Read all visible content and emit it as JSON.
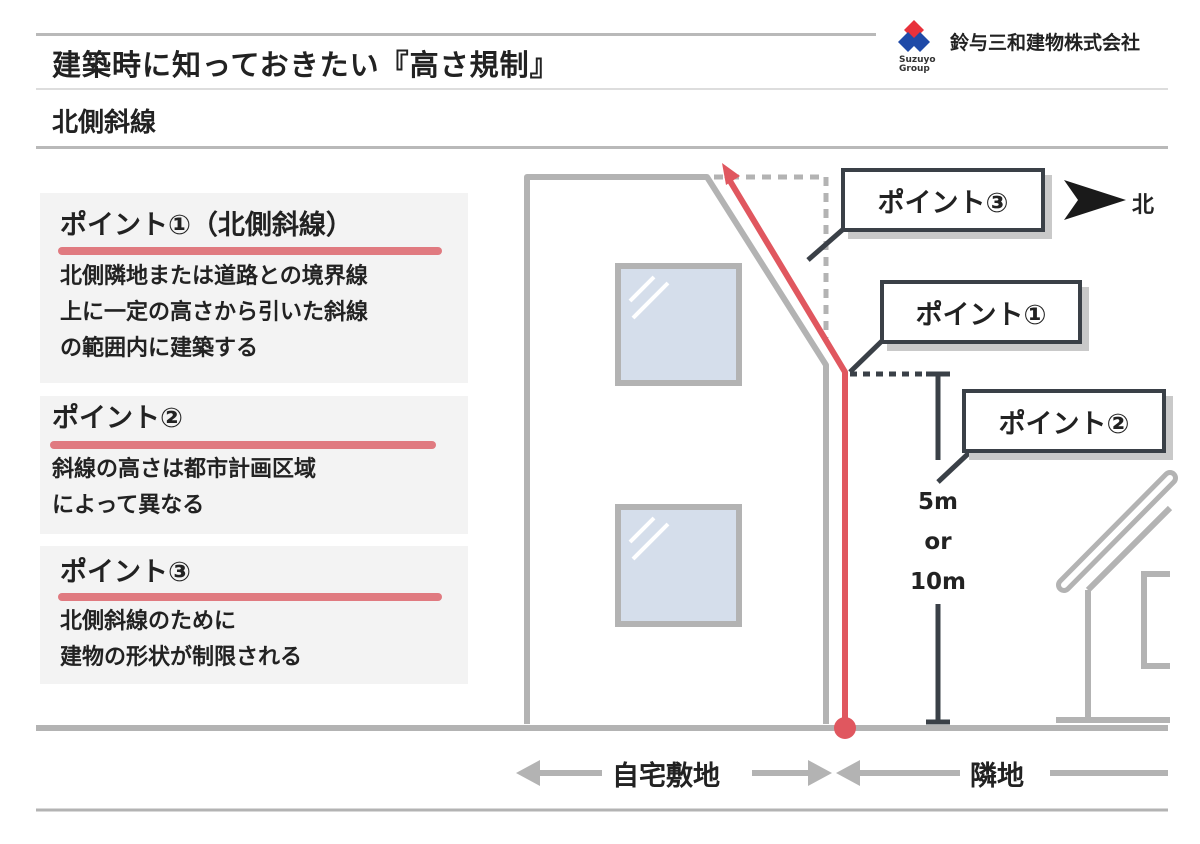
{
  "header": {
    "title": "建築時に知っておきたい『高さ規制』",
    "subtitle": "北側斜線"
  },
  "brand": {
    "company_name": "鈴与三和建物株式会社",
    "logo_line1": "Suzuyo",
    "logo_line2": "Group",
    "logo_colors": [
      "#e8313b",
      "#1f4aa8"
    ]
  },
  "points": [
    {
      "heading": "ポイント①（北側斜線）",
      "lines": [
        "北側隣地または道路との境界線",
        "上に一定の高さから引いた斜線",
        "の範囲内に建築する"
      ]
    },
    {
      "heading": "ポイント②",
      "lines": [
        "斜線の高さは都市計画区域",
        "によって異なる"
      ]
    },
    {
      "heading": "ポイント③",
      "lines": [
        "北側斜線のために",
        "建物の形状が制限される"
      ]
    }
  ],
  "diagram": {
    "callouts": {
      "point1": "ポイント①",
      "point2": "ポイント②",
      "point3": "ポイント③"
    },
    "north_label": "北",
    "height_lines": [
      "5m",
      "or",
      "10m"
    ],
    "own_lot_label": "自宅敷地",
    "neighbor_lot_label": "隣地",
    "colors": {
      "slope_line": "#e0575f",
      "building": "#b3b3b3",
      "window_fill": "#d5deeb",
      "dark": "#3a4047"
    }
  }
}
